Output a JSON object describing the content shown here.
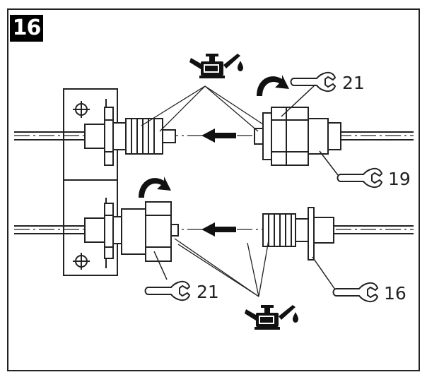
{
  "step_number": "16",
  "callouts": {
    "wrench_top_nut": "21",
    "wrench_top_locknut": "19",
    "wrench_bottom_nut": "21",
    "wrench_bottom_locknut": "16"
  },
  "icons": [
    "oil-can-icon",
    "wrench-icon",
    "rotate-arrow-icon",
    "direction-arrow-icon"
  ]
}
